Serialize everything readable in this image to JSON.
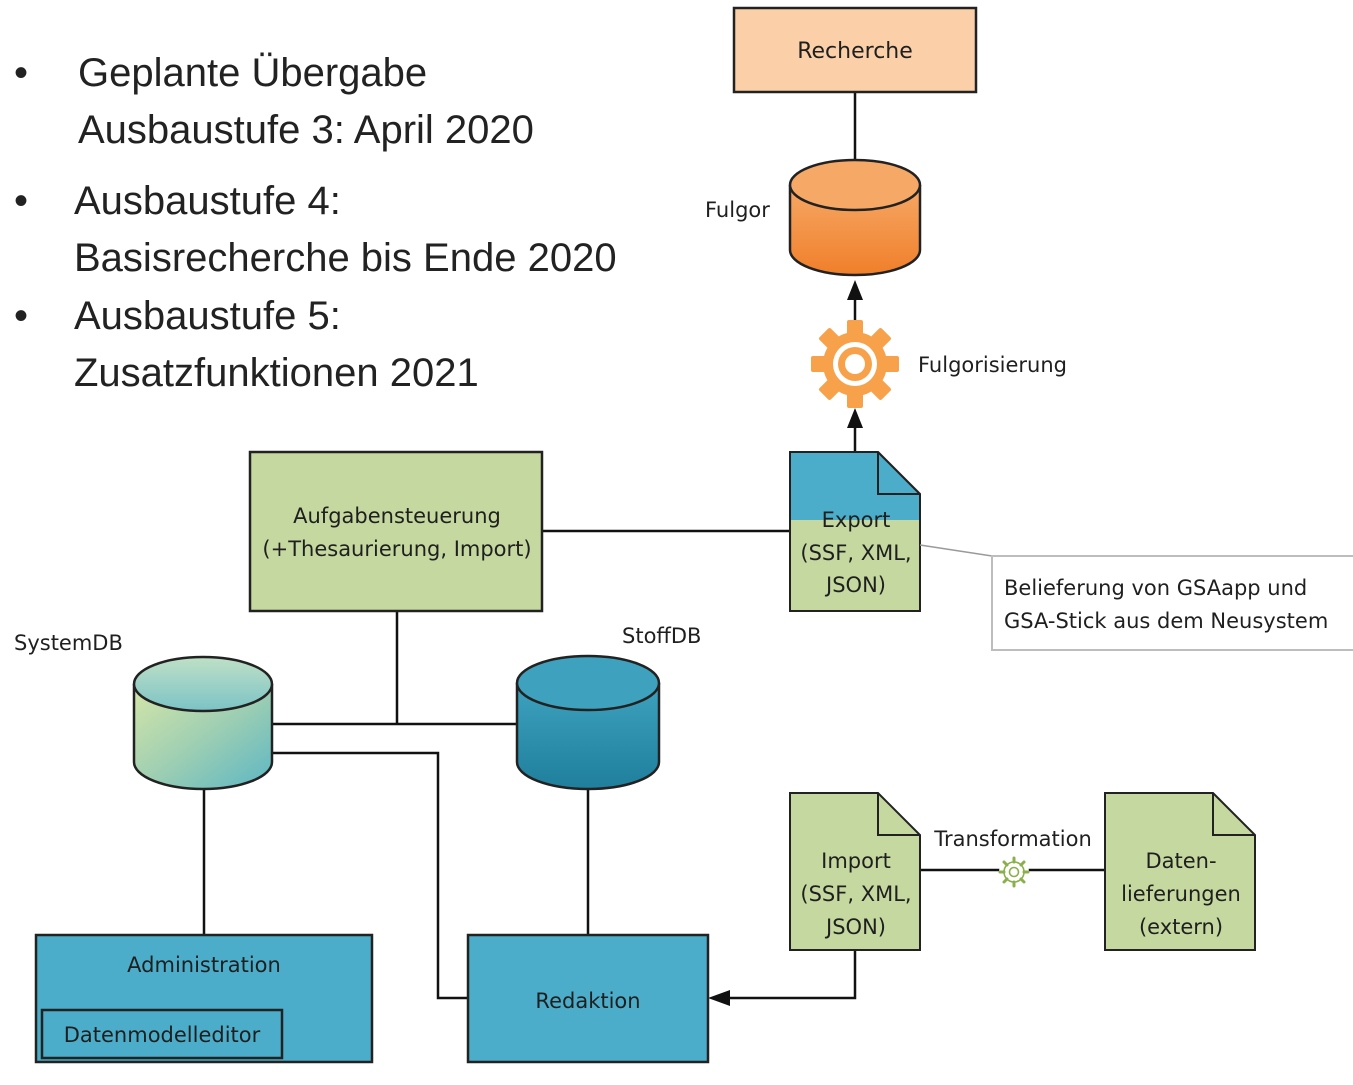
{
  "bullets": [
    {
      "line1": "Geplante Übergabe",
      "line2": "Ausbaustufe 3: April 2020"
    },
    {
      "line1": "Ausbaustufe 4:",
      "line2": "Basisrecherche bis Ende 2020"
    },
    {
      "line1": "Ausbaustufe 5:",
      "line2": "Zusatzfunktionen 2021"
    }
  ],
  "bullet_glyph": "•",
  "nodes": {
    "recherche": "Recherche",
    "fulgor": "Fulgor",
    "fulgorisierung": "Fulgorisierung",
    "aufgaben": {
      "line1": "Aufgabensteuerung",
      "line2": "(+Thesaurierung, Import)"
    },
    "export": {
      "line1": "Export",
      "line2": "(SSF, XML,",
      "line3": "JSON)"
    },
    "note": {
      "line1": "Belieferung von GSAapp und",
      "line2": "GSA-Stick aus dem Neusystem"
    },
    "systemdb": "SystemDB",
    "stoffdb": "StoffDB",
    "import": {
      "line1": "Import",
      "line2": "(SSF, XML,",
      "line3": "JSON)"
    },
    "transformation": "Transformation",
    "daten": {
      "line1": "Daten-",
      "line2": "lieferungen",
      "line3": "(extern)"
    },
    "administration": "Administration",
    "datenmodelleditor": "Datenmodelleditor",
    "redaktion": "Redaktion"
  },
  "colors": {
    "orange_box": "#fbcfa8",
    "orange_cyl": "#f58c3c",
    "gear_orange": "#f7a24b",
    "green_box": "#c4d89f",
    "blue_box": "#4badc9",
    "blue_cyl": "#2a8fae",
    "line": "#111111",
    "note_border": "#bdbdbd"
  }
}
